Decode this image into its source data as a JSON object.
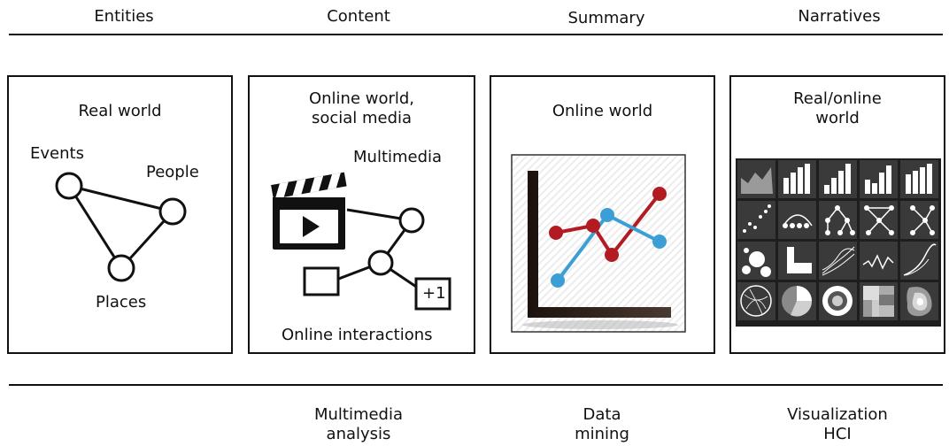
{
  "headers": [
    "Entities",
    "Content",
    "Summary",
    "Narratives"
  ],
  "panels": {
    "entities": {
      "title": "Real world",
      "labels": {
        "events": "Events",
        "people": "People",
        "places": "Places"
      }
    },
    "content": {
      "title": "Online world,\nsocial media",
      "multimedia": "Multimedia",
      "plus_one": "+1",
      "footer": "Online interactions"
    },
    "summary": {
      "title": "Online world"
    },
    "narratives": {
      "title": "Real/online\nworld"
    }
  },
  "footers": [
    "",
    "Multimedia\nanalysis",
    "Data\nmining",
    "Visualization\nHCI"
  ],
  "colors": {
    "line_red": "#b31b22",
    "line_blue": "#3b9fd6",
    "axis": "#2b1d16",
    "tile": "#3a3a3a"
  }
}
